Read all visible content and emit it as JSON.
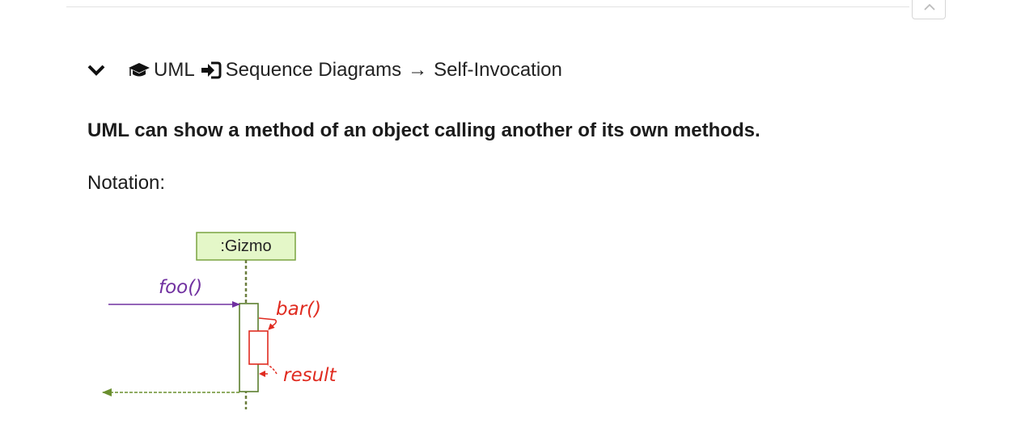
{
  "breadcrumb": {
    "part1": "UML",
    "part2": "Sequence Diagrams",
    "separator": "→",
    "part3": "Self-Invocation"
  },
  "lead_text": "UML can show a method of an object calling another of its own methods.",
  "notation_label": "Notation:",
  "diagram": {
    "object_label": ":Gizmo",
    "call_label": "foo()",
    "self_call_label": "bar()",
    "return_label": "result",
    "colors": {
      "object_fill": "#e4f7c8",
      "object_border": "#7aa441",
      "lifeline": "#6b7d3e",
      "outer_activation": "#5c7f2e",
      "inner_activation": "#e02b20",
      "call_arrow": "#7030a0",
      "return_arrow": "#6a8f2f"
    }
  },
  "icons": {
    "toggle": "chevron-down-icon",
    "graduation": "graduation-cap-icon",
    "signin": "sign-in-icon",
    "scroll_top": "chevron-up-icon"
  }
}
